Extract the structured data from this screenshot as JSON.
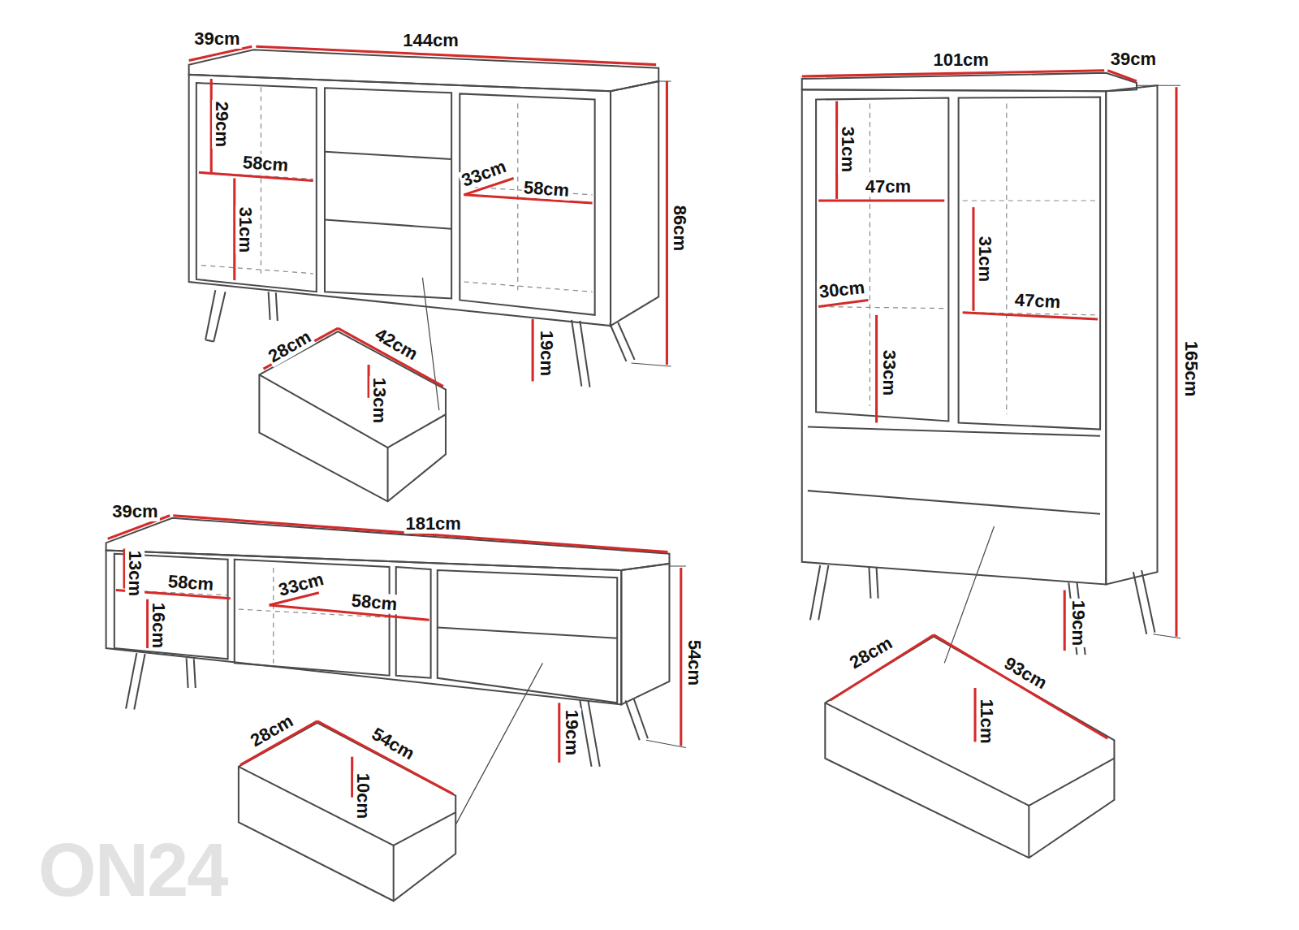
{
  "diagram": {
    "labels": [
      "39cm",
      "144cm",
      "29cm",
      "58cm",
      "33cm",
      "58cm",
      "31cm",
      "86cm",
      "28cm",
      "42cm",
      "13cm",
      "19cm",
      "101cm",
      "39cm",
      "31cm",
      "47cm",
      "31cm",
      "47cm",
      "30cm",
      "33cm",
      "165cm",
      "19cm",
      "28cm",
      "93cm",
      "11cm",
      "39cm",
      "181cm",
      "13cm",
      "58cm",
      "33cm",
      "58cm",
      "16cm",
      "54cm",
      "19cm",
      "28cm",
      "54cm",
      "10cm",
      "ON24"
    ]
  }
}
